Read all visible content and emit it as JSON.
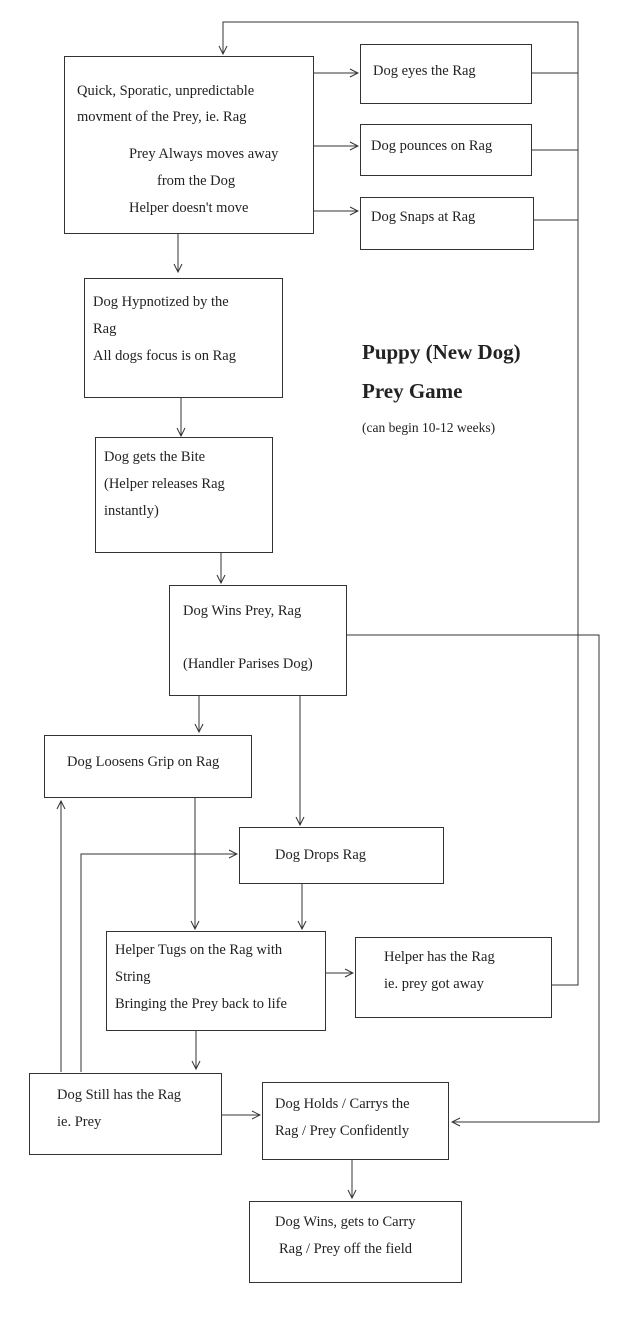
{
  "title": {
    "line1": "Puppy (New Dog)",
    "line2": "Prey Game",
    "note": "(can begin 10-12 weeks)"
  },
  "nodes": {
    "prey_movement": {
      "line1": "Quick, Sporatic, unpredictable",
      "line2": "movment of the Prey, ie. Rag",
      "line3": "Prey Always moves away",
      "line4": "from the Dog",
      "line5": "Helper doesn't move"
    },
    "dog_eyes": {
      "line1": "Dog eyes the Rag"
    },
    "dog_pounces": {
      "line1": "Dog pounces on Rag"
    },
    "dog_snaps": {
      "line1": "Dog Snaps at Rag"
    },
    "dog_hypnotized": {
      "line1": "Dog Hypnotized by the",
      "line2": "Rag",
      "line3": "All dogs focus is on Rag"
    },
    "dog_bite": {
      "line1": "Dog gets the Bite",
      "line2": "(Helper releases Rag",
      "line3": "instantly)"
    },
    "dog_wins_prey": {
      "line1": "Dog Wins Prey, Rag",
      "line2": "(Handler Parises Dog)"
    },
    "dog_loosens": {
      "line1": "Dog Loosens Grip on Rag"
    },
    "dog_drops": {
      "line1": "Dog Drops Rag"
    },
    "helper_tugs": {
      "line1": "Helper Tugs on the Rag with",
      "line2": "String",
      "line3": "Bringing the Prey back to life"
    },
    "helper_has": {
      "line1": "Helper has the Rag",
      "line2": "ie. prey got away"
    },
    "dog_still_has": {
      "line1": "Dog Still has the Rag",
      "line2": "ie. Prey"
    },
    "dog_holds": {
      "line1": "Dog Holds / Carrys the",
      "line2": "Rag / Prey Confidently"
    },
    "dog_wins_carry": {
      "line1": "Dog Wins, gets to Carry",
      "line2": "Rag / Prey off the field"
    }
  }
}
